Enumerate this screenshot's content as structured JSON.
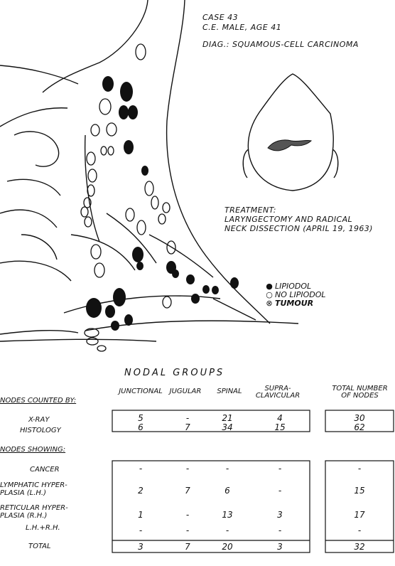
{
  "case_info": {
    "case": "CASE 43",
    "patient": "C.E. MALE, AGE 41",
    "diagnosis": "DIAG.: SQUAMOUS-CELL CARCINOMA"
  },
  "treatment": {
    "heading": "TREATMENT:",
    "line1": "LARYNGECTOMY AND RADICAL",
    "line2": "NECK DISSECTION (APRIL 19, 1963)"
  },
  "legend": {
    "lipiodol": "LIPIODOL",
    "no_lipiodol": "NO LIPIODOL",
    "tumour": "TUMOUR"
  },
  "table": {
    "title": "NODAL GROUPS",
    "columns": [
      "JUNCTIONAL",
      "JUGULAR",
      "SPINAL",
      "SUPRA-\nCLAVICULAR",
      "TOTAL NUMBER\nOF NODES"
    ],
    "counted_by_label": "NODES COUNTED BY:",
    "counted_rows": [
      {
        "label": "X-RAY",
        "values": [
          "5",
          "-",
          "21",
          "4",
          "30"
        ]
      },
      {
        "label": "HISTOLOGY",
        "values": [
          "6",
          "7",
          "34",
          "15",
          "62"
        ]
      }
    ],
    "showing_label": "NODES SHOWING:",
    "showing_rows": [
      {
        "label": "CANCER",
        "values": [
          "-",
          "-",
          "-",
          "-",
          "-"
        ]
      },
      {
        "label": "LYMPHATIC HYPER-\nPLASIA (L.H.)",
        "values": [
          "2",
          "7",
          "6",
          "-",
          "15"
        ]
      },
      {
        "label": "RETICULAR HYPER-\nPLASIA (R.H.)",
        "values": [
          "1",
          "-",
          "13",
          "3",
          "17"
        ]
      },
      {
        "label": "L.H.+R.H.",
        "values": [
          "-",
          "-",
          "-",
          "-",
          "-"
        ]
      }
    ],
    "total_row": {
      "label": "TOTAL",
      "values": [
        "3",
        "7",
        "20",
        "3",
        "32"
      ]
    }
  }
}
